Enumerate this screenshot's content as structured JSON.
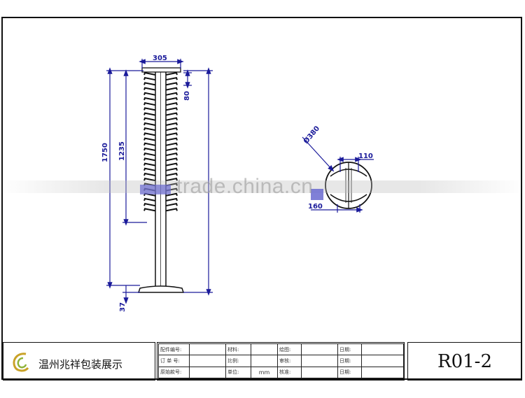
{
  "drawing": {
    "dimensions": {
      "width_top": "305",
      "spacing": "80",
      "total_height": "1750",
      "rack_height": "1235",
      "base_height": "37",
      "diameter": "Ø380",
      "top_width": "110",
      "base_width": "160"
    }
  },
  "watermark": {
    "text": "trade.china.cn"
  },
  "title_block": {
    "company": "温州兆祥包装展示",
    "labels": {
      "part_no": "配件编号:",
      "order_no": "订 单 号:",
      "original_model": "原始款号:",
      "material": "材料:",
      "scale": "比例:",
      "unit": "单位:",
      "drawn": "绘图:",
      "reviewed": "审核:",
      "checked": "核准:",
      "date1": "日期:",
      "date2": "日期:",
      "date3": "日期:"
    },
    "unit_value": "mm",
    "model_code": "R01-2"
  },
  "colors": {
    "dimension": "#1a1a9a",
    "outline": "#111111"
  }
}
